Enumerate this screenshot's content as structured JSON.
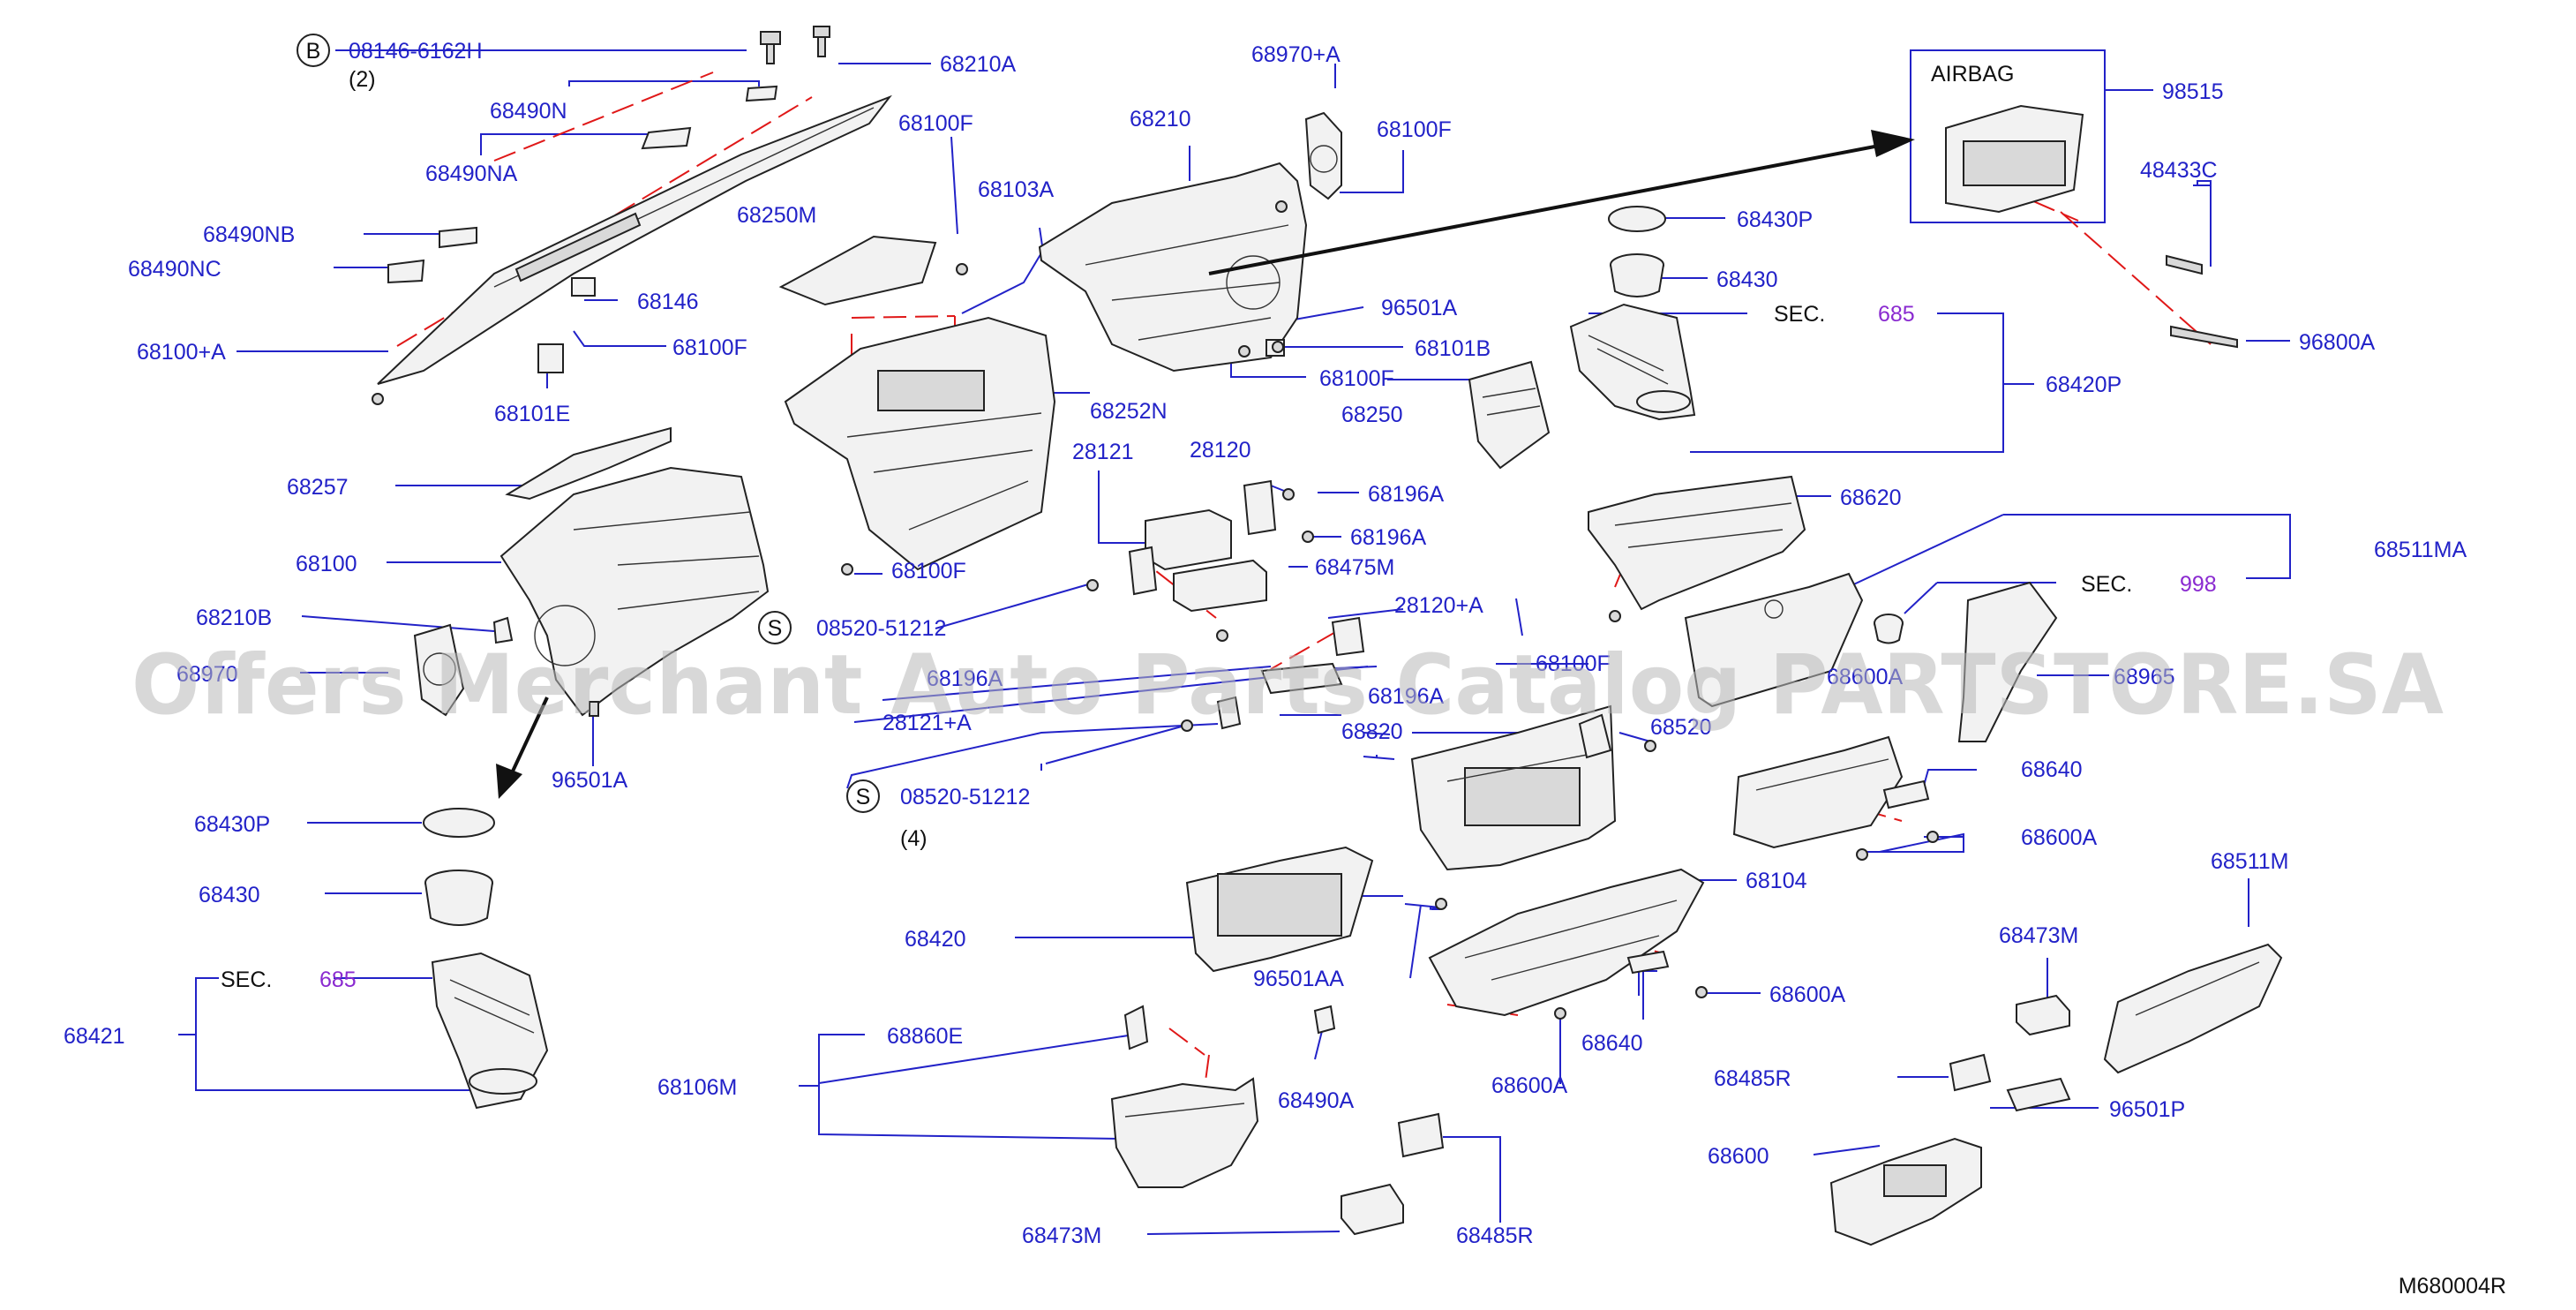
{
  "diagram_code": "M680004R",
  "watermark": "Offers Merchant Auto Parts Catalog PARTSTORE.SA",
  "callouts": {
    "bolt_b": "08146-6162H",
    "bolt_b_qty": "(2)",
    "b_symbol": "B",
    "s_symbol": "S",
    "screw_s_1": "08520-51212",
    "screw_s_2": "08520-51212",
    "screw_s_qty": "(4)",
    "airbag": "AIRBAG",
    "sec_word": "SEC.",
    "sec_685": "685",
    "sec_998": "998"
  },
  "labels": {
    "p68210A": "68210A",
    "p68490N": "68490N",
    "p68490NA": "68490NA",
    "p68490NB": "68490NB",
    "p68490NC": "68490NC",
    "p68100A_plus": "68100+A",
    "p68146": "68146",
    "p68100F_a": "68100F",
    "p68101E": "68101E",
    "p68100F_b": "68100F",
    "p68250M": "68250M",
    "p68103A": "68103A",
    "p68252N": "68252N",
    "p68100F_c": "68100F",
    "p68970A_plus": "68970+A",
    "p68210": "68210",
    "p68100F_d": "68100F",
    "p96501A_a": "96501A",
    "p68101B": "68101B",
    "p68100F_e": "68100F",
    "p98515": "98515",
    "p48433C": "48433C",
    "p96800A": "96800A",
    "p68430P_a": "68430P",
    "p68430_a": "68430",
    "p68420P": "68420P",
    "p68257": "68257",
    "p68100": "68100",
    "p68210B": "68210B",
    "p68970": "68970",
    "p96501A_b": "96501A",
    "p28120": "28120",
    "p68196A_a": "68196A",
    "p68196A_b": "68196A",
    "p28121": "28121",
    "p68475M": "68475M",
    "p68250": "68250",
    "p68620": "68620",
    "p68511MA": "68511MA",
    "p28120A_plus": "28120+A",
    "p68196A_c": "68196A",
    "p28121A_plus": "28121+A",
    "p68196A_d": "68196A",
    "p68100F_f": "68100F",
    "p68820": "68820",
    "p68520": "68520",
    "p68600A_a": "68600A",
    "p68965": "68965",
    "p68640_a": "68640",
    "p68600A_b": "68600A",
    "p68104": "68104",
    "p68511M": "68511M",
    "p68430P_b": "68430P",
    "p68430_b": "68430",
    "p68421": "68421",
    "p68420": "68420",
    "p96501AA": "96501AA",
    "p68600A_c": "68600A",
    "p68640_b": "68640",
    "p68600A_d": "68600A",
    "p68473M_a": "68473M",
    "p68485R_a": "68485R",
    "p96501P": "96501P",
    "p68600": "68600",
    "p68860E": "68860E",
    "p68106M": "68106M",
    "p68490A": "68490A",
    "p68473M_b": "68473M",
    "p68485R_b": "68485R"
  }
}
